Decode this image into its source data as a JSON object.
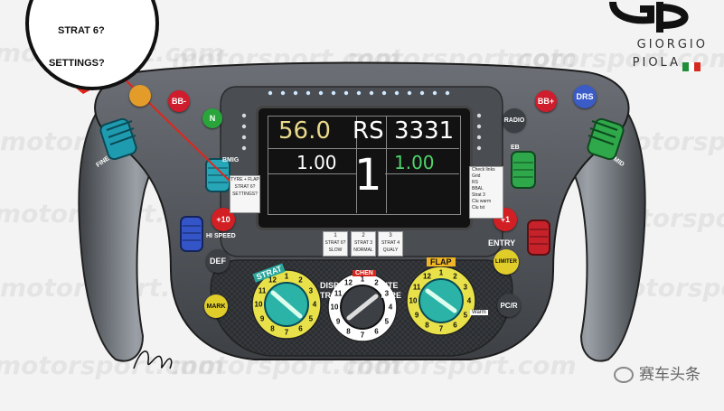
{
  "watermark": "motorsport.com",
  "callout": {
    "line1": "STRAT 6?",
    "line2": "SETTINGS?"
  },
  "brand": {
    "name_line1": "GIORGIO",
    "name_line2": "PIOLA"
  },
  "colors": {
    "wheel": "#5a5d62",
    "grip": "#8d9399",
    "screen": "#121212",
    "accent": "#d4281c",
    "flag_green": "#1f8e3a",
    "flag_red": "#d52b1e"
  },
  "display": {
    "top_left": "56.0",
    "top_center": "RS",
    "top_right": "3331",
    "mid_left": "1.00",
    "mid_right": "1.00",
    "gear": "1"
  },
  "buttons": {
    "bb_minus": "BB-",
    "n": "N",
    "bb_plus": "BB+",
    "drs": "DRS",
    "radio": "RADIO",
    "plus10": "+10",
    "plus1": "+1",
    "def": "DEF",
    "limiter": "LIMITER",
    "mark": "MARK",
    "pcr": "PC/R"
  },
  "labels": {
    "fine": "FINE",
    "mid": "MID",
    "bmig": "BMIG",
    "eb": "EB",
    "hi_speed": "HI SPEED",
    "entry": "ENTRY",
    "strat": "STRAT",
    "chen": "CHEN",
    "disp": "DISP",
    "tro": "TRO",
    "bite": "BITE",
    "tyre": "TYRE",
    "flap": "FLAP",
    "warm": "Warm"
  },
  "left_card": [
    "TYRE + FLAP",
    "STRAT 6?",
    "SETTINGS?"
  ],
  "right_card": [
    "Check links",
    "Grid",
    "RS",
    "BBAL",
    "Strat 3",
    "Clu warm",
    "Clu tst"
  ],
  "strat_cards": [
    {
      "num": "1",
      "l1": "STRAT 6?",
      "l2": "SLOW"
    },
    {
      "num": "2",
      "l1": "STRAT 3",
      "l2": "NORMAL"
    },
    {
      "num": "3",
      "l1": "STRAT 4",
      "l2": "QUALY"
    }
  ],
  "dial_strat_nums": [
    "1",
    "2",
    "3",
    "4",
    "5",
    "6",
    "7",
    "8",
    "9",
    "10",
    "11",
    "12"
  ],
  "dial_mid_nums": [
    "1",
    "2",
    "3",
    "4",
    "5",
    "6",
    "7",
    "8",
    "9",
    "10",
    "11",
    "12"
  ],
  "dial_flap_nums": [
    "1",
    "2",
    "3",
    "4",
    "5",
    "6",
    "7",
    "8",
    "9",
    "10",
    "11",
    "12"
  ],
  "signature": "Giorgio Piola",
  "channel": "赛车头条"
}
